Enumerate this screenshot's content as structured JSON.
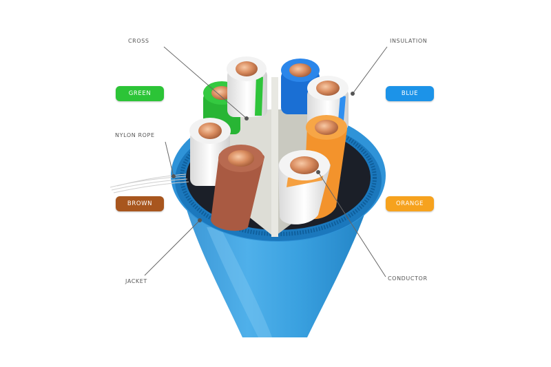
{
  "callouts": {
    "cross": "CROSS",
    "insulation": "INSULATION",
    "nylon_rope": "NYLON ROPE",
    "jacket": "JACKET",
    "conductor": "CONDUCTOR"
  },
  "color_tags": {
    "green": {
      "label": "GREEN",
      "color": "#2cc437"
    },
    "blue": {
      "label": "BLUE",
      "color": "#1c93e8"
    },
    "brown": {
      "label": "BROWN",
      "color": "#a8561e"
    },
    "orange": {
      "label": "ORANGE",
      "color": "#f6a21e"
    }
  }
}
